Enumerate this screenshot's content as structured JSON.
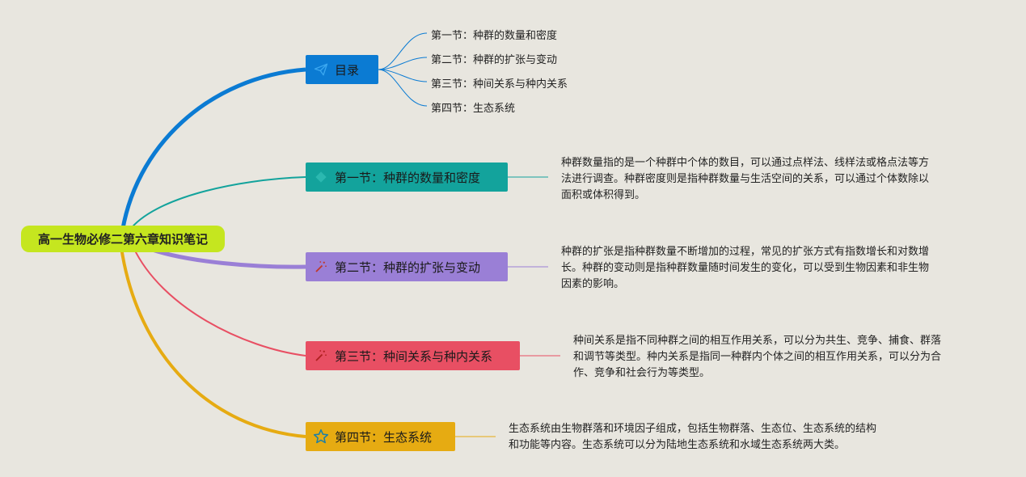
{
  "root": {
    "title": "高一生物必修二第六章知识笔记"
  },
  "toc": {
    "label": "目录",
    "icon": "paper-plane-icon",
    "color": "#0b7bd3",
    "items": [
      "第一节：种群的数量和密度",
      "第二节：种群的扩张与变动",
      "第三节：种间关系与种内关系",
      "第四节：生态系统"
    ]
  },
  "sections": [
    {
      "label": "第一节：种群的数量和密度",
      "icon": "diamond-icon",
      "color": "#13a39c",
      "note": [
        "种群数量指的是一个种群中个体的数目，可以通过点样法、线样法或格点法等方",
        "法进行调查。种群密度则是指种群数量与生活空间的关系，可以通过个体数除以",
        "面积或体积得到。"
      ]
    },
    {
      "label": "第二节：种群的扩张与变动",
      "icon": "magic-wand-icon",
      "color": "#9a7fd6",
      "note": [
        "种群的扩张是指种群数量不断增加的过程，常见的扩张方式有指数增长和对数增",
        "长。种群的变动则是指种群数量随时间发生的变化，可以受到生物因素和非生物",
        "因素的影响。"
      ]
    },
    {
      "label": "第三节：种间关系与种内关系",
      "icon": "magic-wand-icon",
      "color": "#e84f63",
      "note": [
        "种间关系是指不同种群之间的相互作用关系，可以分为共生、竞争、捕食、群落",
        "和调节等类型。种内关系是指同一种群内个体之间的相互作用关系，可以分为合",
        "作、竞争和社会行为等类型。"
      ]
    },
    {
      "label": "第四节：生态系统",
      "icon": "star-icon",
      "color": "#e6ab12",
      "note": [
        "生态系统由生物群落和环境因子组成，包括生物群落、生态位、生态系统的结构",
        "和功能等内容。生态系统可以分为陆地生态系统和水域生态系统两大类。"
      ]
    }
  ]
}
